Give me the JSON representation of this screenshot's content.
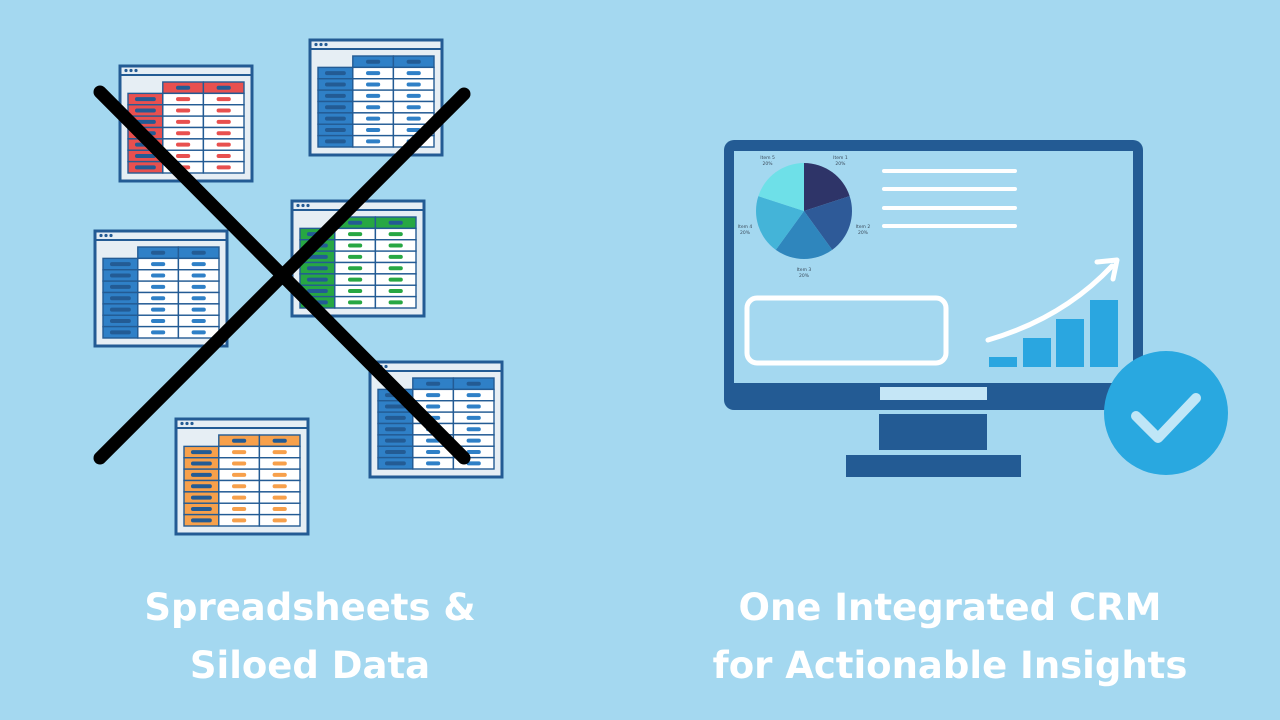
{
  "left_panel": {
    "caption_line1": "Spreadsheets &",
    "caption_line2": "Siloed Data",
    "spreadsheet_colors": [
      "#e8504f",
      "#2f80c7",
      "#2f80c7",
      "#27a743",
      "#2f80c7",
      "#f7a04b"
    ]
  },
  "right_panel": {
    "caption_line1": "One Integrated CRM",
    "caption_line2": "for Actionable Insights",
    "pie_labels": [
      {
        "name": "Item 1",
        "pct": "20%"
      },
      {
        "name": "Item 2",
        "pct": "20%"
      },
      {
        "name": "Item 3",
        "pct": "20%"
      },
      {
        "name": "Item 4",
        "pct": "20%"
      },
      {
        "name": "Item 5",
        "pct": "20%"
      }
    ]
  },
  "colors": {
    "background": "#a4d8f0",
    "monitor": "#235b94",
    "check_circle": "#29a8e0",
    "cross": "#000000"
  },
  "icons": [
    "spreadsheet-icon",
    "cross-out-icon",
    "monitor-icon",
    "pie-chart-icon",
    "bar-chart-icon",
    "trend-arrow-icon",
    "checkmark-icon"
  ]
}
